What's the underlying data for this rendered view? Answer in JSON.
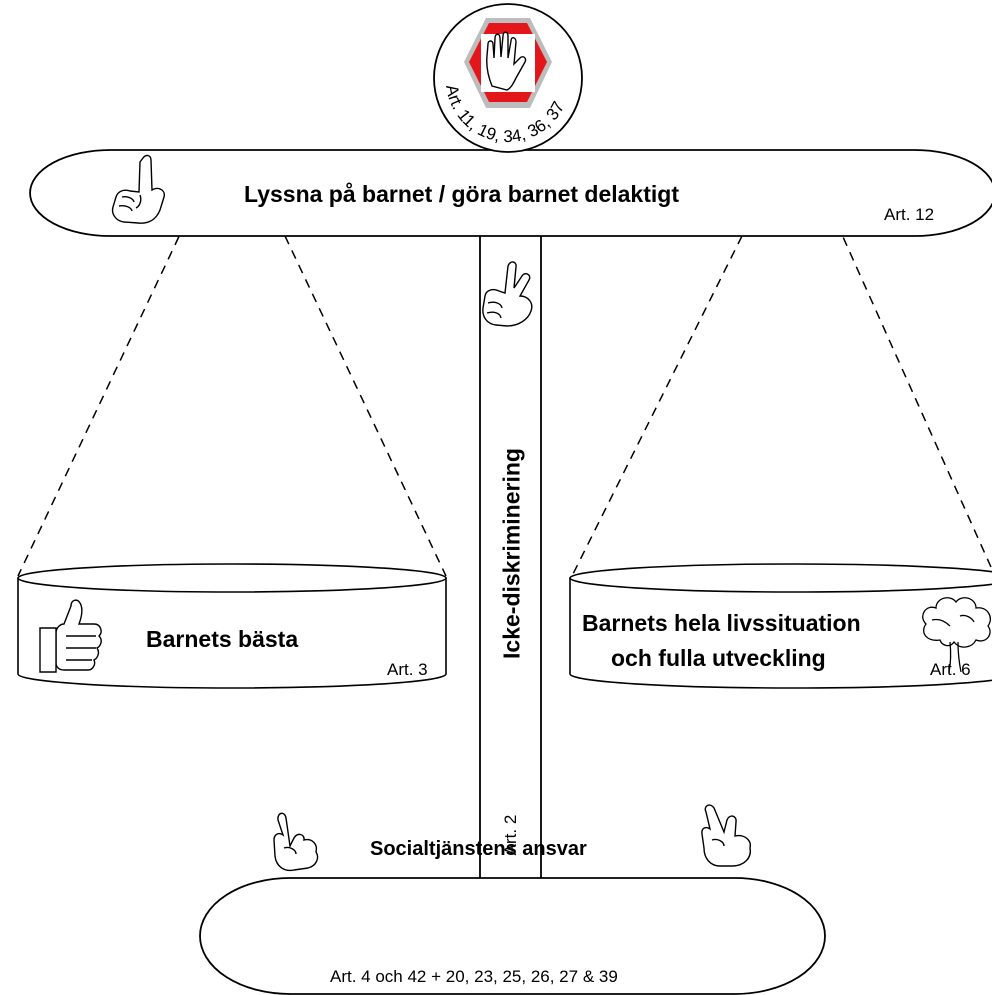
{
  "top_stop": {
    "art": "Art. 11, 19, 34, 36, 37",
    "icon": "stop-hand-icon"
  },
  "beam": {
    "title": "Lyssna på barnet / göra barnet delaktigt",
    "art": "Art. 12",
    "icon": "pointing-finger-icon"
  },
  "pillar": {
    "title": "Icke-diskriminering",
    "art": "Art. 2",
    "icon": "crossed-fingers-icon"
  },
  "left_pan": {
    "title": "Barnets bästa",
    "art": "Art. 3",
    "icon": "thumbs-up-icon"
  },
  "right_pan": {
    "title_line1": "Barnets hela livssituation",
    "title_line2": "och fulla utveckling",
    "art": "Art. 6",
    "icon": "tree-icon"
  },
  "base": {
    "title": "Socialtjänstens ansvar",
    "art": "Art. 4 och 42 + 20, 23, 25, 26, 27 & 39",
    "icons": [
      "hand-left-icon",
      "hand-right-icon"
    ]
  },
  "colors": {
    "stop_red": "#e3161b",
    "stop_grey": "#bdbdbd",
    "line": "#000000"
  }
}
